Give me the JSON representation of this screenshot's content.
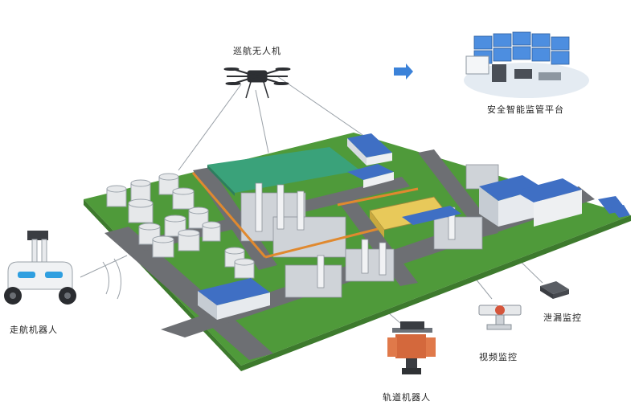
{
  "labels": {
    "drone": "巡航无人机",
    "platform": "安全智能监管平台",
    "patrol_robot": "走航机器人",
    "rail_robot": "轨道机器人",
    "video": "视频监控",
    "leak": "泄漏监控"
  },
  "colors": {
    "ground_green": "#5fae45",
    "road_gray": "#6d6f73",
    "roof_blue": "#3f6fc4",
    "arrow_blue": "#3b82d9",
    "pool": "#3aa27a"
  },
  "icons": [
    "drone-icon",
    "monitor-wall-icon",
    "arrow-right-icon",
    "patrol-robot-icon",
    "rail-robot-icon",
    "camera-icon",
    "leak-sensor-icon"
  ]
}
